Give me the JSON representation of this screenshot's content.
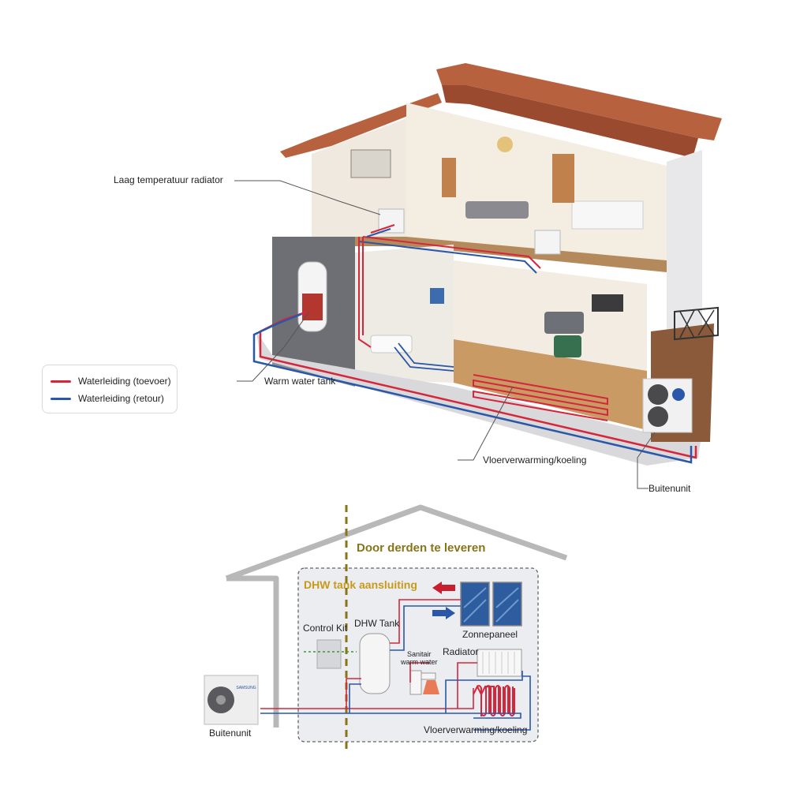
{
  "legend": {
    "supply_label": "Waterleiding (toevoer)",
    "return_label": "Waterleiding (retour)",
    "supply_color": "#d6263b",
    "return_color": "#2a57a8"
  },
  "house_labels": {
    "radiator": "Laag temperatuur radiator",
    "warm_water_tank": "Warm water tank",
    "floor_heating": "Vloerverwarming/koeling",
    "outdoor_unit": "Buitenunit"
  },
  "schematic": {
    "third_party": "Door derden te leveren",
    "dhw_connection": "DHW tank aansluiting",
    "control_kit": "Control Kit",
    "dhw_tank": "DHW Tank",
    "solar_panel": "Zonnepaneel",
    "sanitary_line1": "Sanitair",
    "sanitary_line2": "warm water",
    "radiator": "Radiator",
    "floor_heating": "Vloerverwarming/koeling",
    "outdoor_unit": "Buitenunit",
    "brand": "SAMSUNG",
    "accent_color": "#8a7418"
  }
}
